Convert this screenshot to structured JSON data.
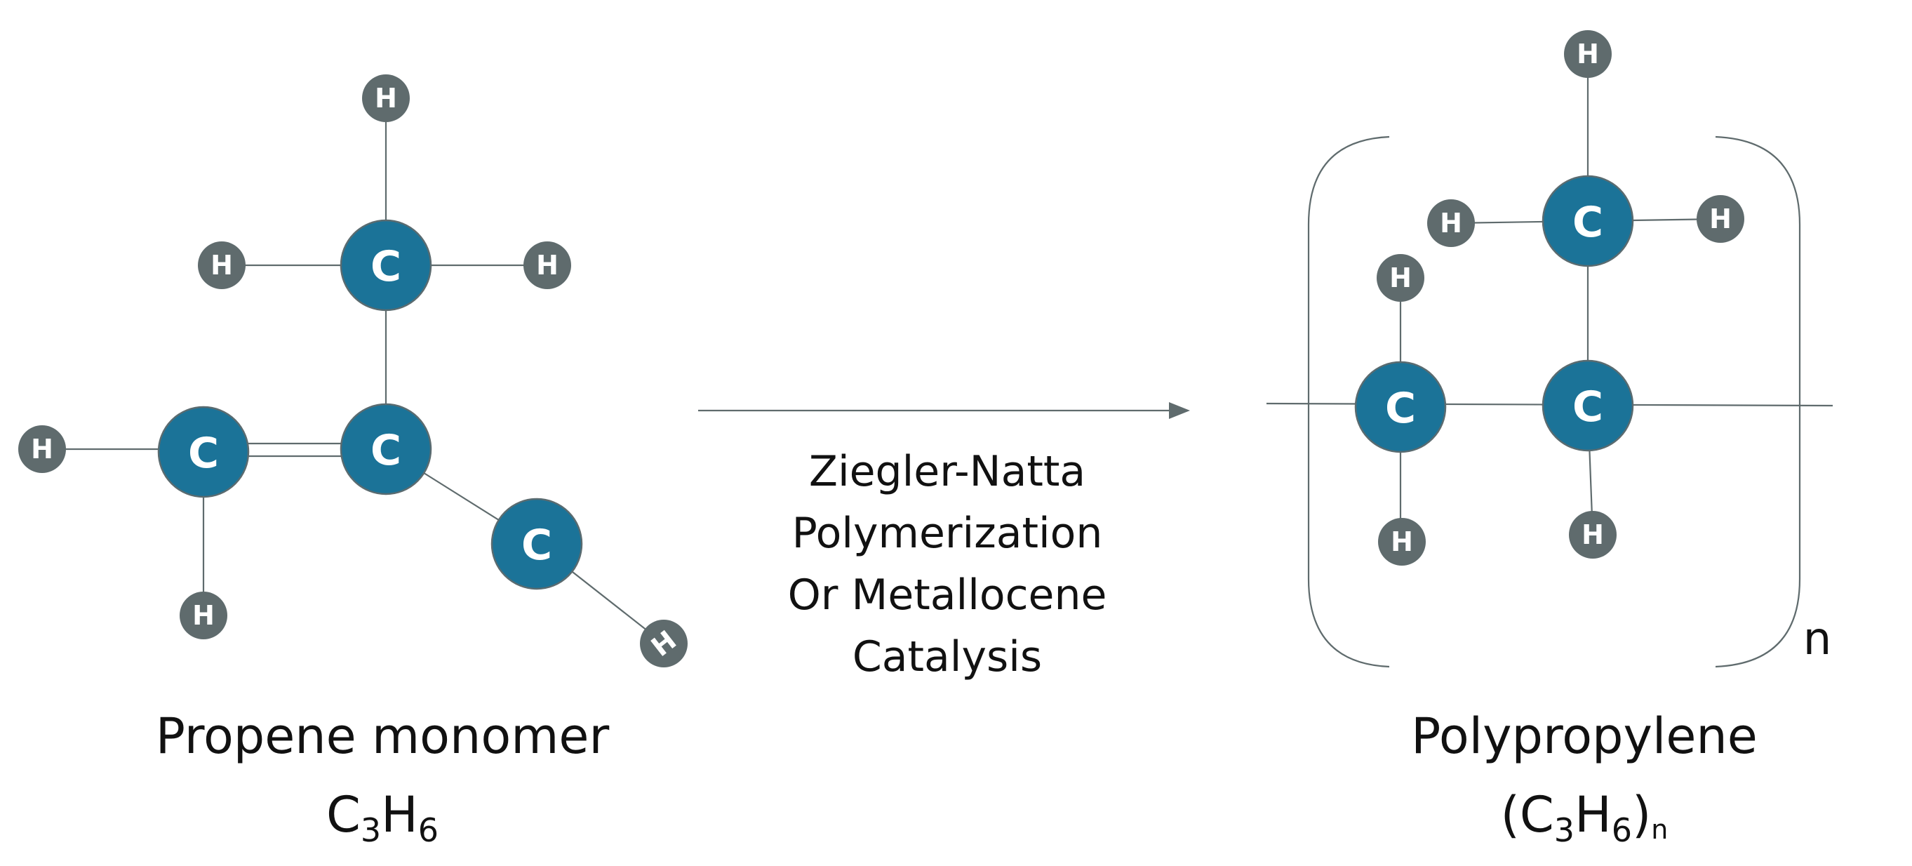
{
  "atom_symbols": {
    "carbon": "C",
    "hydrogen": "H"
  },
  "colors": {
    "carbon_fill": "#1b7398",
    "hydrogen_fill": "#5f6b6d",
    "bond": "#5f6b6d",
    "text": "#111111"
  },
  "monomer": {
    "name": "Propene monomer",
    "formula": {
      "base1": "C",
      "sub1": "3",
      "base2": "H",
      "sub2": "6"
    }
  },
  "reaction": {
    "lines": [
      "Ziegler-Natta",
      "Polymerization",
      "Or Metallocene",
      "Catalysis"
    ]
  },
  "polymer": {
    "name": "Polypropylene",
    "repeat_index": "n",
    "formula": {
      "open": "(C",
      "sub1": "3",
      "base2": "H",
      "sub2": "6",
      "close": ")",
      "subscript_n": "n"
    }
  }
}
